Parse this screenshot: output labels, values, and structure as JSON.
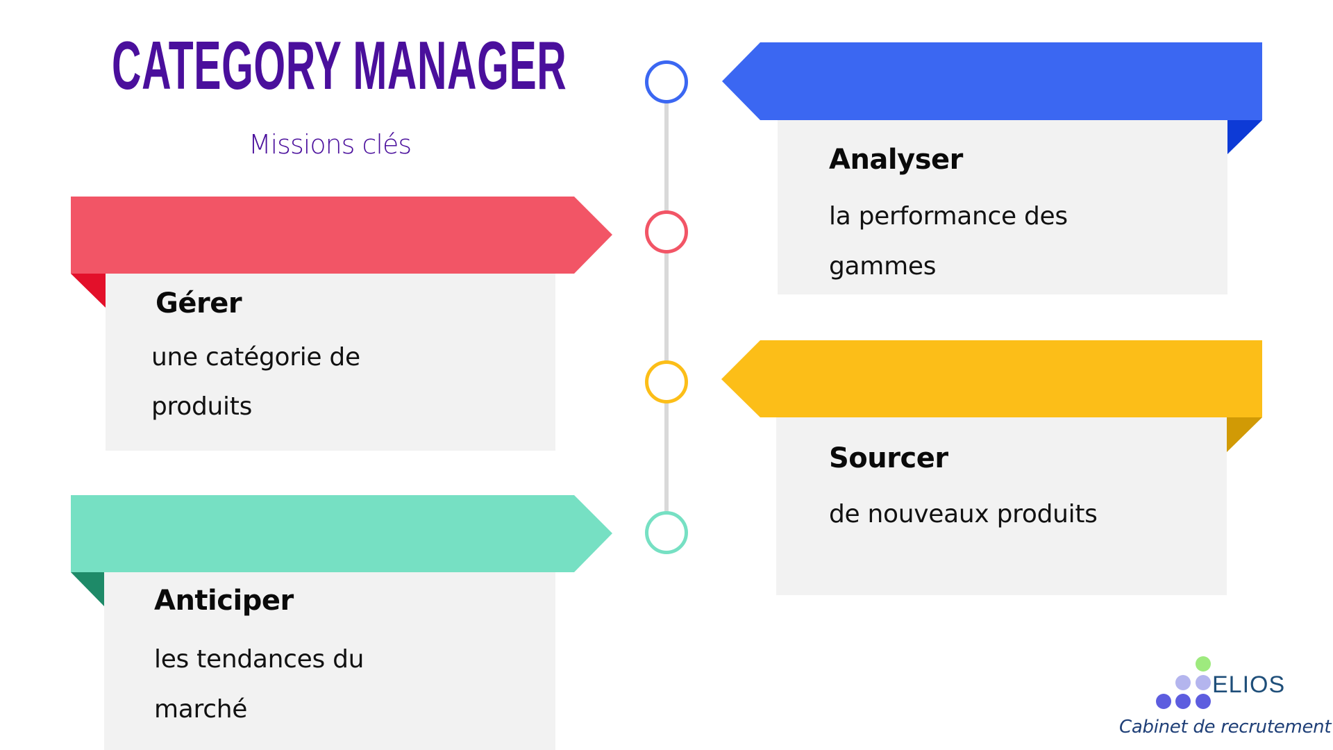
{
  "header": {
    "title": "CATEGORY MANAGER",
    "subtitle": "Missions clés"
  },
  "colors": {
    "title": "#4A0F9C",
    "card_background": "#F2F2F2",
    "timeline": "#D9D9D9",
    "blue": "#3B67F2",
    "blue_fold": "#0D3AD6",
    "red": "#F25566",
    "red_fold": "#E3102A",
    "yellow": "#FCBE18",
    "yellow_fold": "#D19A05",
    "teal": "#76E0C3",
    "teal_fold": "#1E8A68"
  },
  "missions": [
    {
      "title": "Analyser",
      "lines": [
        "la performance des",
        "gammes"
      ],
      "color": "blue",
      "side": "right"
    },
    {
      "title": "Gérer",
      "lines": [
        "une catégorie de",
        "produits"
      ],
      "color": "red",
      "side": "left"
    },
    {
      "title": "Sourcer",
      "lines": [
        "de nouveaux produits"
      ],
      "color": "yellow",
      "side": "right"
    },
    {
      "title": "Anticiper",
      "lines": [
        "les tendances du",
        "marché"
      ],
      "color": "teal",
      "side": "left"
    }
  ],
  "logo": {
    "name": "ELIOS",
    "tagline": "Cabinet de recrutement",
    "dot_colors": {
      "top": "#9EEA7E",
      "middle": "#B4B5EE",
      "bottom": "#5D5DDF"
    }
  }
}
